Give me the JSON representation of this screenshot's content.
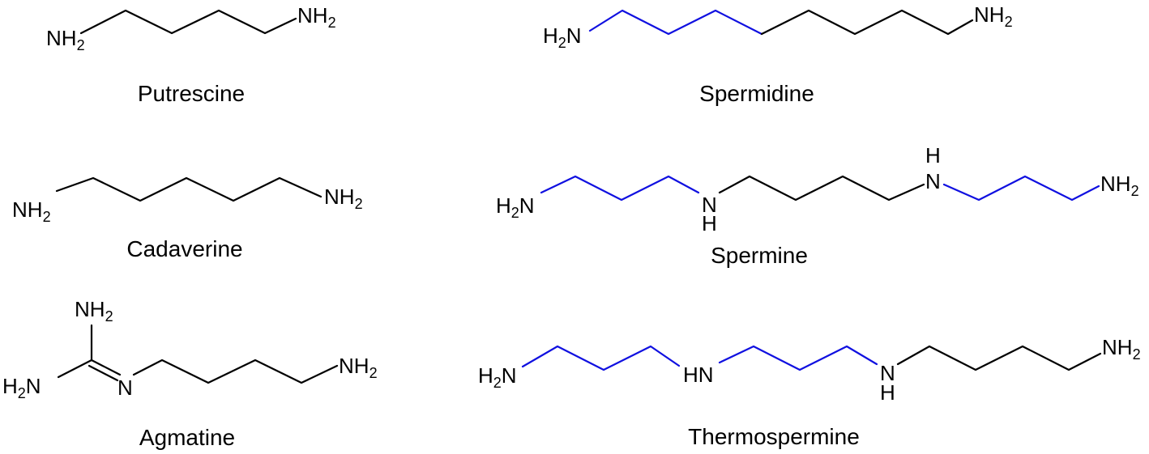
{
  "colors": {
    "bond_default": "#000000",
    "bond_highlight": "#1010e0",
    "text": "#000000",
    "background": "#ffffff"
  },
  "groups": {
    "nh2": "NH2",
    "h2n": "H2N",
    "nh": "NH",
    "hn": "HN",
    "n": "N",
    "h": "H"
  },
  "molecules": [
    {
      "id": "putrescine",
      "name": "Putrescine"
    },
    {
      "id": "spermidine",
      "name": "Spermidine"
    },
    {
      "id": "cadaverine",
      "name": "Cadaverine"
    },
    {
      "id": "spermine",
      "name": "Spermine"
    },
    {
      "id": "agmatine",
      "name": "Agmatine"
    },
    {
      "id": "thermospermine",
      "name": "Thermospermine"
    }
  ]
}
